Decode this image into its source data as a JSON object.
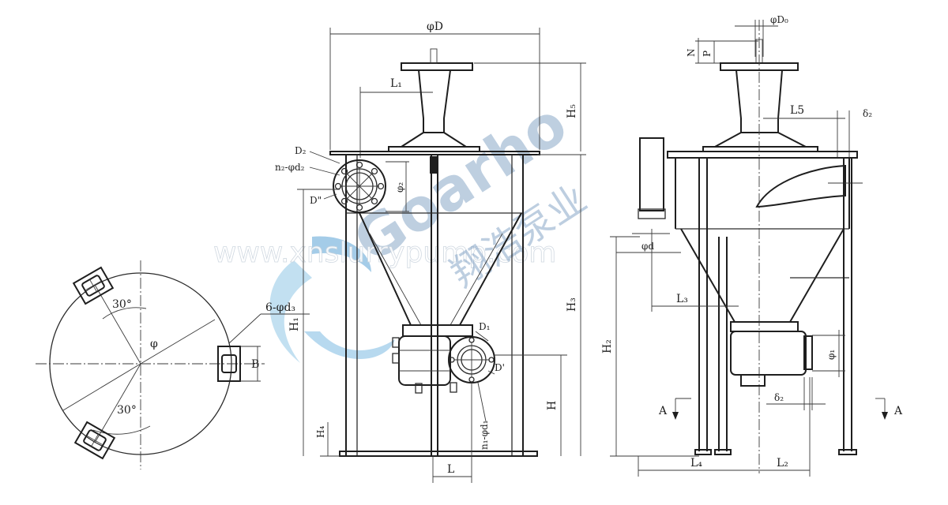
{
  "flange_view": {
    "angle_top": "30°",
    "angle_bottom": "30°",
    "circle_diameter": "φ",
    "bolt_holes": "6-φd₃",
    "height": "B"
  },
  "front_view": {
    "overall_diameter": "φD",
    "offset_l1": "L₁",
    "height_h5": "H₅",
    "outlet_flange": "D₂",
    "outlet_bolts": "n₂-φd₂",
    "outlet_bolt_circle": "D\"",
    "outlet_diameter": "φ₂",
    "height_h1": "H₁",
    "height_h3": "H₃",
    "inlet_flange": "D₁",
    "inlet_bolt_circle": "D'",
    "inlet_bolts": "n₁-φd₁",
    "height_h": "H",
    "height_h4": "H₄",
    "width_l": "L"
  },
  "side_view": {
    "shaft_diameter": "φD₀",
    "height_n": "N",
    "height_p": "P",
    "offset_l5": "L5",
    "delta_top": "δ₂",
    "pipe_diameter": "φd",
    "height_h2": "H₂",
    "offset_l3": "L₃",
    "inlet_diameter": "φ₁",
    "delta_bottom": "δ₂",
    "section_left": "A",
    "section_right": "A",
    "width_l4": "L₄",
    "width_l2": "L₂"
  },
  "watermark": {
    "brand": "Goarho",
    "url": "www.xnslurrypump.com",
    "chinese": "翔浩泵业"
  }
}
